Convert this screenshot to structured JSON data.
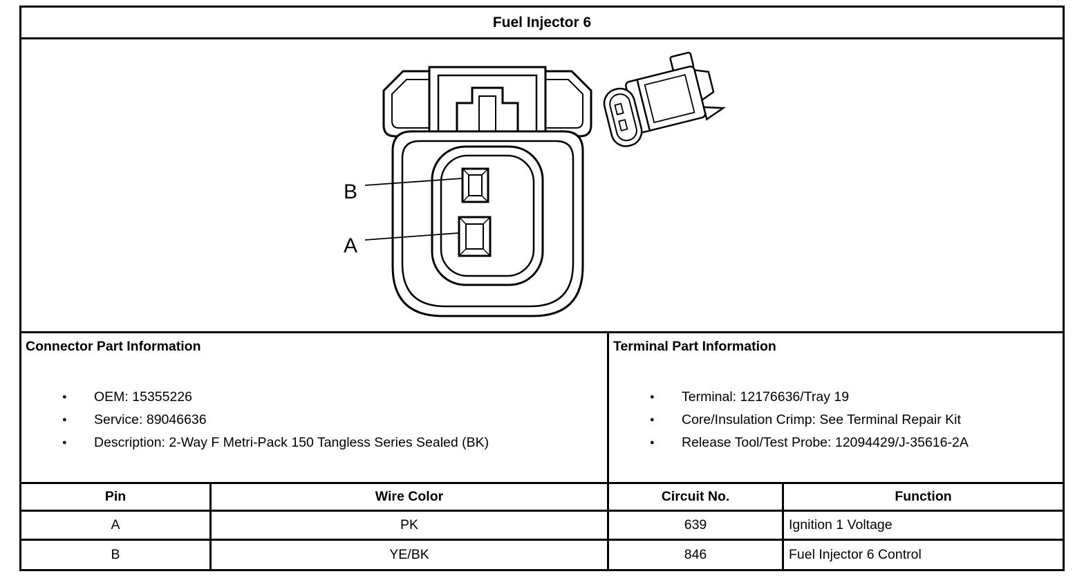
{
  "title": "Fuel Injector 6",
  "diagram": {
    "pin_label_top": "B",
    "pin_label_bottom": "A"
  },
  "connector_info": {
    "heading": "Connector Part Information",
    "bullets": [
      "OEM: 15355226",
      "Service: 89046636",
      "Description: 2-Way F Metri-Pack 150 Tangless Series Sealed (BK)"
    ]
  },
  "terminal_info": {
    "heading": "Terminal Part Information",
    "bullets": [
      "Terminal: 12176636/Tray 19",
      "Core/Insulation Crimp: See Terminal Repair Kit",
      "Release Tool/Test Probe: 12094429/J-35616-2A"
    ]
  },
  "pin_table": {
    "headers": [
      "Pin",
      "Wire Color",
      "Circuit No.",
      "Function"
    ],
    "rows": [
      {
        "pin": "A",
        "wire_color": "PK",
        "circuit_no": "639",
        "function": "Ignition 1 Voltage"
      },
      {
        "pin": "B",
        "wire_color": "YE/BK",
        "circuit_no": "846",
        "function": "Fuel Injector 6 Control"
      }
    ]
  },
  "colors": {
    "border": "#000000",
    "background": "#ffffff",
    "text": "#000000"
  }
}
